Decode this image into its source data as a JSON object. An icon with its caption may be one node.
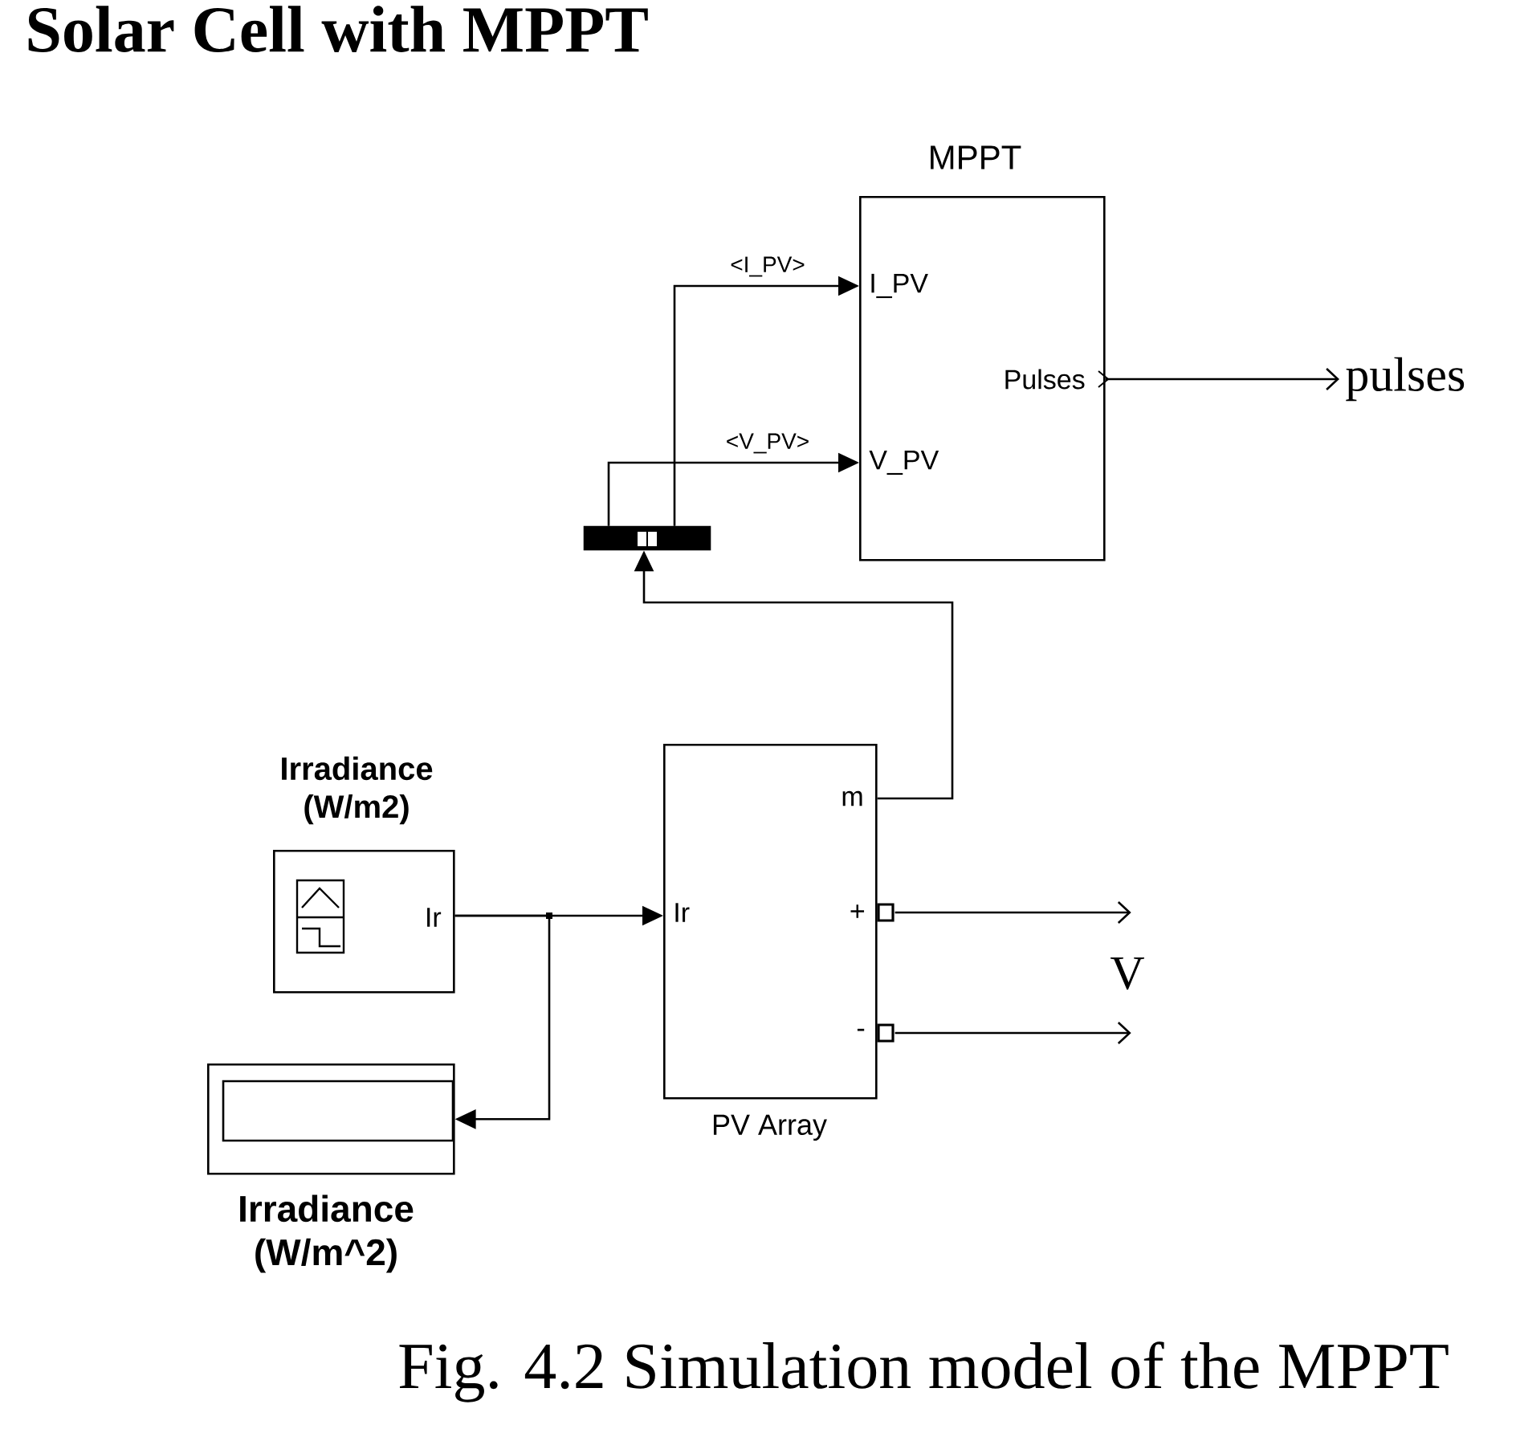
{
  "diagram": {
    "title": "Solar Cell with MPPT",
    "caption": "Fig. 4.2 Simulation model of the MPPT",
    "nodes": [
      {
        "text": [
          "MPPT",
          "I_PV",
          "V_PV",
          "Pulses"
        ]
      },
      {
        "text": [],
        "shape": "bar"
      },
      {
        "text": [
          "pulses"
        ]
      },
      {
        "text": [
          "Irradiance (W/m2)",
          "Ir"
        ]
      },
      {
        "text": [
          "m",
          "Ir",
          "+",
          "-",
          "PV Array"
        ]
      },
      {
        "text": [
          "Irradiance (W/m^2)"
        ]
      }
    ],
    "edges": [
      {
        "from": 1,
        "to": 0,
        "arrow": "to",
        "label": "<I_PV>"
      },
      {
        "from": 1,
        "to": 0,
        "arrow": "to",
        "label": "<V_PV>"
      },
      {
        "from": 0,
        "to": 2,
        "arrow": "to"
      },
      {
        "from": 4,
        "to": 1,
        "arrow": "to"
      },
      {
        "from": 3,
        "to": 4,
        "arrow": "to"
      },
      {
        "from": 3,
        "to": 5,
        "arrow": "to"
      },
      {
        "from": 4,
        "to": null,
        "arrow": "to"
      },
      {
        "from": 4,
        "to": null,
        "arrow": "to"
      }
    ],
    "labels": [
      "V"
    ]
  }
}
